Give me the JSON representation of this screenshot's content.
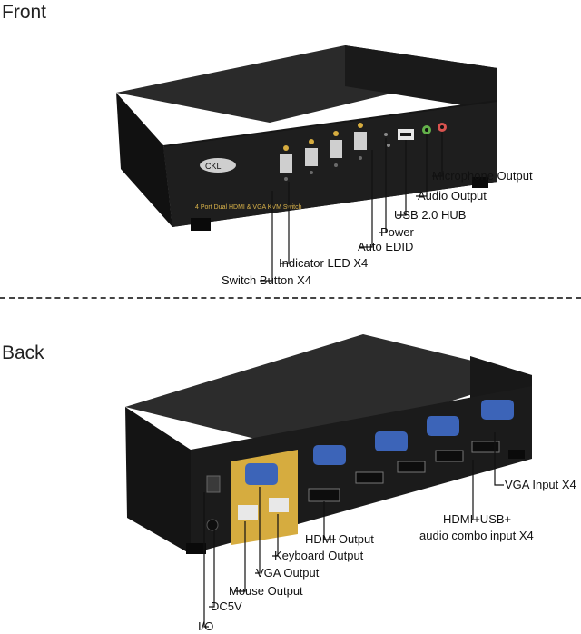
{
  "front": {
    "title": "Front",
    "brand": "CKL",
    "panel_text": "4 Port Dual HDMI & VGA KVM Switch",
    "labels": {
      "microphone_output": "Microphone Output",
      "audio_output": "Audio Output",
      "usb_hub": "USB 2.0 HUB",
      "power": "Power",
      "auto_edid": "Auto EDID",
      "indicator_led": "Indicator LED X4",
      "switch_button": "Switch Button X4"
    }
  },
  "back": {
    "title": "Back",
    "labels": {
      "vga_input": "VGA Input X4",
      "hdmi_usb_combo_line1": "HDMI+USB+",
      "hdmi_usb_combo_line2": "audio combo input X4",
      "hdmi_output": "HDMI Output",
      "keyboard_output": "Keyboard Output",
      "vga_output": "VGA Output",
      "mouse_output": "Mouse Output",
      "dc5v": "DC5V",
      "io": "I/O"
    }
  },
  "colors": {
    "device_body": "#1c1c1c",
    "accent_gold": "#d6ac3f",
    "vga_blue": "#3c64b8",
    "usb_white": "#e8e8e8"
  }
}
